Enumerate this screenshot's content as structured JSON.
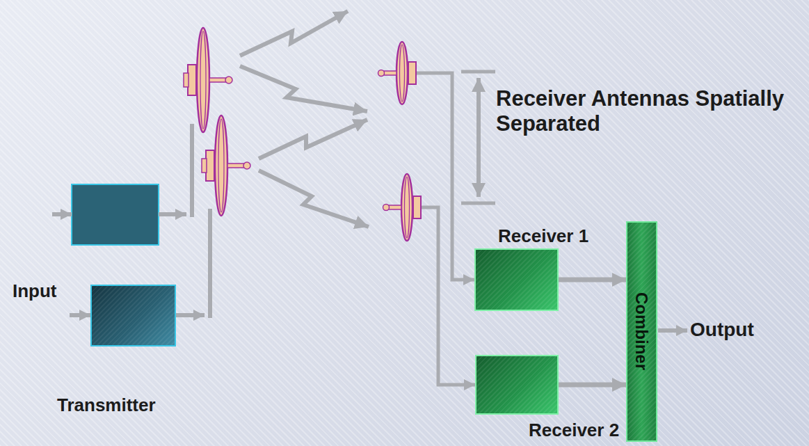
{
  "diagram": {
    "nodes": [
      {
        "text": [
          "Transmitter"
        ]
      },
      {
        "text": [
          "Receiver 1"
        ]
      },
      {
        "text": [
          "Receiver 2"
        ]
      },
      {
        "text": [
          "Combiner"
        ]
      }
    ],
    "edges": [
      {
        "from": 1,
        "to": 3,
        "arrow": "to"
      },
      {
        "from": 2,
        "to": 3,
        "arrow": "to"
      }
    ],
    "labels": [
      "Input",
      "Receiver Antennas Spatially Separated",
      "Output"
    ]
  }
}
